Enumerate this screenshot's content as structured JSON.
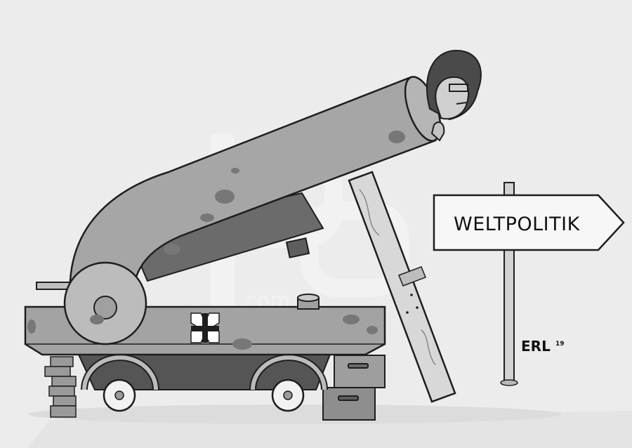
{
  "signpost": {
    "label": "WELTPOLITIK",
    "direction": "right"
  },
  "artist": {
    "signature": "ERL",
    "year": "19"
  },
  "watermark": {
    "brand": "toonpool",
    "suffix": ".com"
  },
  "colors": {
    "background": "#ececec",
    "metal": "#a9a9a9",
    "metal_dark": "#7a7a7a",
    "carriage": "#9c9c9c",
    "wood": "#cfcfcf",
    "rust": "#6f6f6f",
    "outline": "#1e1e1e"
  },
  "icons": {
    "emblem": "iron-cross-icon"
  }
}
